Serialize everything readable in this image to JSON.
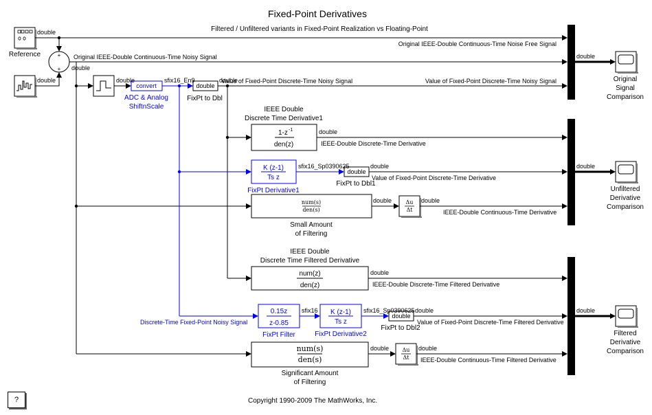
{
  "diagram": {
    "title": "Fixed-Point Derivatives",
    "subtitle": "Filtered / Unfiltered variants in Fixed-Point Realization vs Floating-Point",
    "copyright": "Copyright 1990-2009 The MathWorks, Inc.",
    "help_label": "?"
  },
  "blocks": {
    "reference": "Reference",
    "adc_l1": "ADC & Analog",
    "adc_l2": "ShiftnScale",
    "convert": "convert",
    "fixpt_to_dbl": "FixPt to Dbl",
    "fixpt_to_dbl1": "FixPt to Dbl1",
    "fixpt_to_dbl2": "FixPt to Dbl2",
    "dbl": "double",
    "ieee1_l1": "IEEE Double",
    "ieee1_l2": "Discrete Time Derivative1",
    "tf1_num": "1-z",
    "tf1_exp": "-1",
    "tf1_den": "den(z)",
    "fd1_num": "K (z-1)",
    "fd1_den": "Ts z",
    "fd1_label": "FixPt Derivative1",
    "cs1_num": "num(s)",
    "cs1_den": "den(s)",
    "small_l1": "Small Amount",
    "small_l2": "of Filtering",
    "ieee2_l1": "IEEE Double",
    "ieee2_l2": "Discrete Time Filtered Derivative",
    "tf2_num": "num(z)",
    "tf2_den": "den(z)",
    "ff_num": "0.15z",
    "ff_den": "z-0.85",
    "ff_label": "FixPt Filter",
    "fd2_num": "K (z-1)",
    "fd2_den": "Ts z",
    "fd2_label": "FixPt Derivative2",
    "cs2_num": "num(s)",
    "cs2_den": "den(s)",
    "sig_l1": "Significant Amount",
    "sig_l2": "of Filtering",
    "du": "Δu",
    "dt": "Δt",
    "sum_plus": "+",
    "scope1_l1": "Original",
    "scope1_l2": "Signal",
    "scope1_l3": "Comparison",
    "scope2_l1": "Unfiltered",
    "scope2_l2": "Derivative",
    "scope2_l3": "Comparison",
    "scope3_l1": "Filtered",
    "scope3_l2": "Derivative",
    "scope3_l3": "Comparison"
  },
  "signals": {
    "double": "double",
    "sfix16_en9": "sfix16_En9",
    "sfix16": "sfix16",
    "sfix16_sp": "sfix16_Sp0390625",
    "orig_noise_free": "Original IEEE-Double Continuous-Time Noise Free Signal",
    "orig_noisy": "Original IEEE-Double Continuous-Time Noisy Signal",
    "fixpt_noisy": "Value of Fixed-Point Discrete-Time Noisy Signal",
    "fixpt_noisy2": "Value of Fixed-Point Discrete-Time Noisy Signal",
    "ieee_dt_deriv": "IEEE-Double Discrete-Time Derivative",
    "fixpt_dt_deriv": "Value of Fixed-Point Discrete-Time Derivative",
    "ieee_ct_deriv": "IEEE-Double Continuous-Time Derivative",
    "ieee_dt_filt": "IEEE-Double Discrete-Time Filtered Derivative",
    "dt_fixpt_noisy": "Discrete-Time Fixed-Point Noisy Signal",
    "fixpt_dt_filt": "Value of Fixed-Point Discrete-Time Filtered Derivative",
    "ieee_ct_filt": "IEEE-Double Continuous-Time Filtered Derivative"
  }
}
